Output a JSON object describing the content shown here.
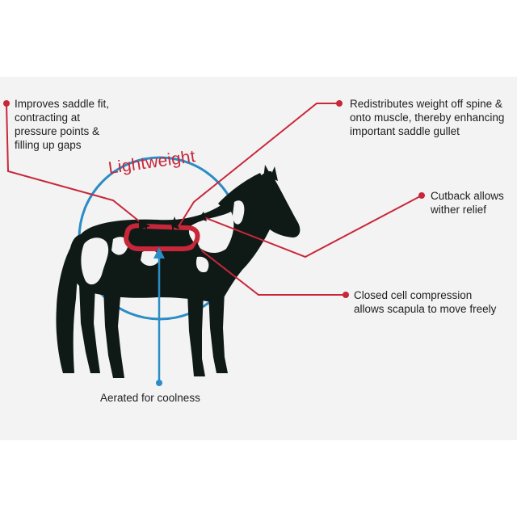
{
  "title": "Lightweight",
  "colors": {
    "background": "#ffffff",
    "panel": "#f3f3f3",
    "red": "#c8273a",
    "blue": "#2a8dc5",
    "horse": "#0f1a17",
    "patches": "#f3f3f3"
  },
  "callouts": {
    "saddle_fit": "Improves saddle fit,\ncontracting at\npressure points &\nfilling up gaps",
    "redistributes": "Redistributes weight off spine &\nonto muscle, thereby enhancing\nimportant saddle gullet",
    "cutback": "Cutback allows\nwither relief",
    "closed_cell": "Closed cell compression\nallows scapula to move freely",
    "aerated": "Aerated for coolness"
  }
}
